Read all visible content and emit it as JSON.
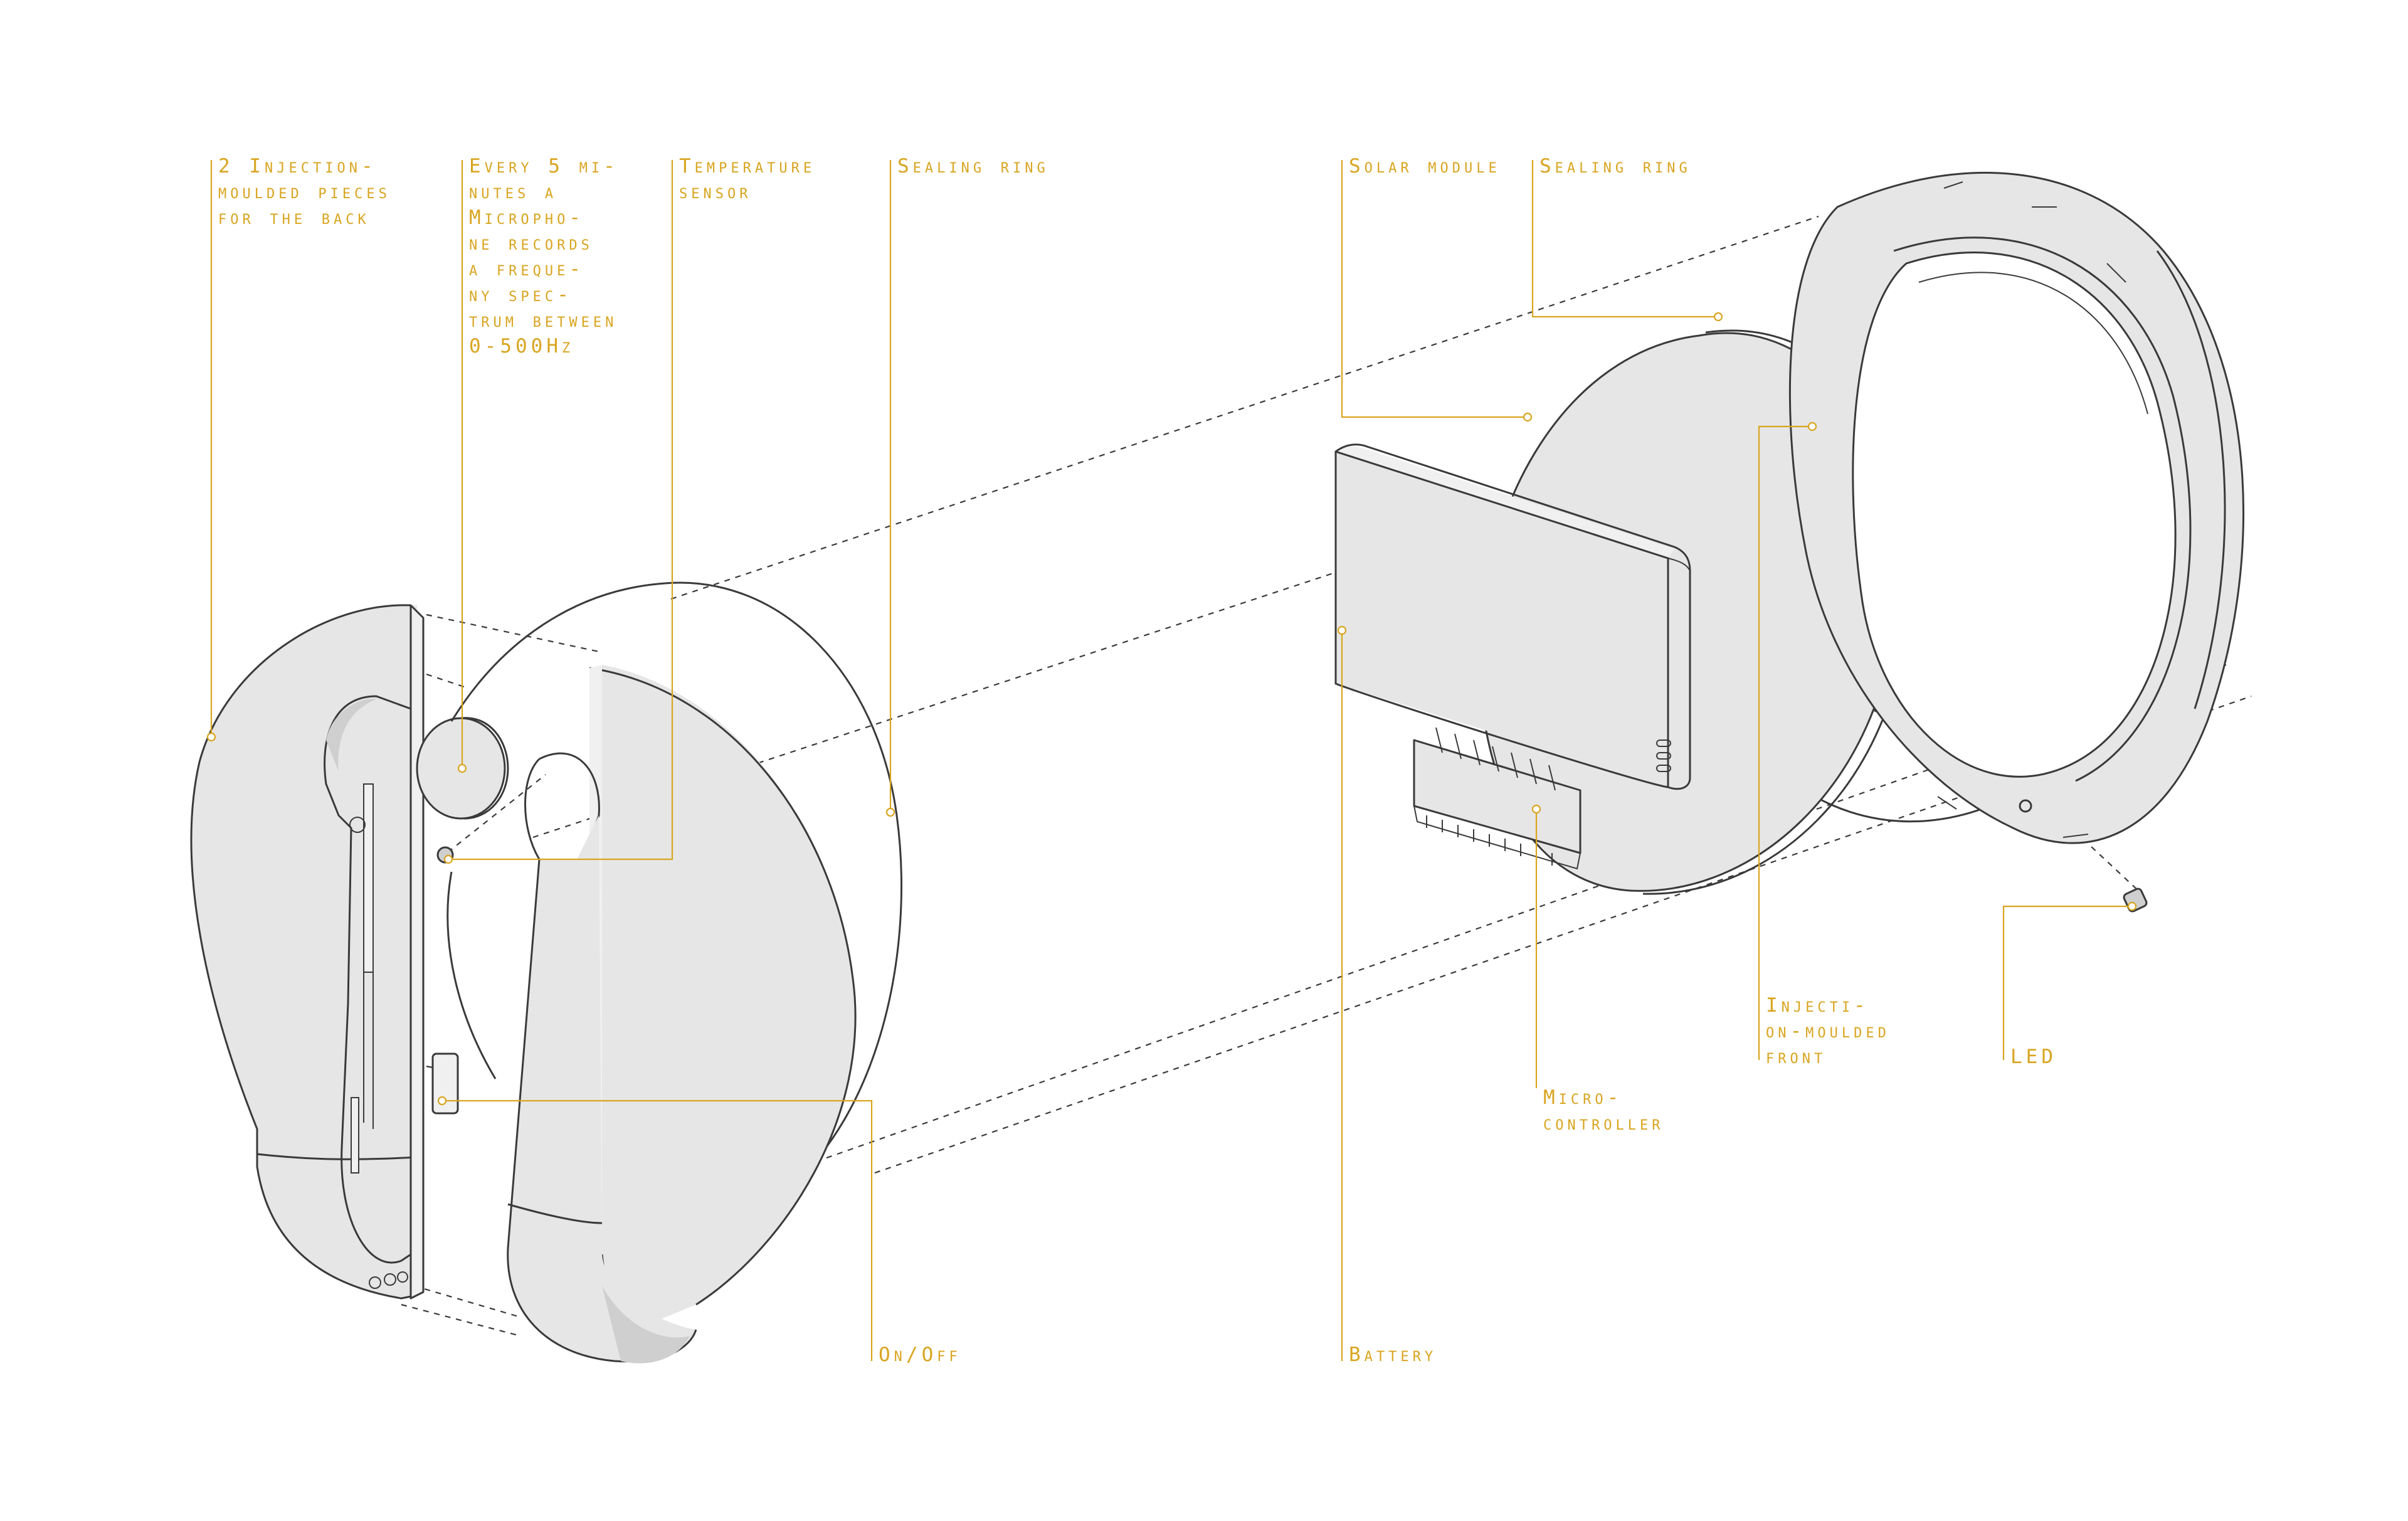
{
  "colors": {
    "accent": "#d9a520",
    "line": "#3a3a3a",
    "part_fill": "#e6e6e6",
    "background": "#ffffff"
  },
  "labels": [
    {
      "id": "back-pieces",
      "text": "2 Injection-\nmoulded pieces\nfor the back"
    },
    {
      "id": "microphone",
      "text": "Every 5 mi-\nnutes a\nMicropho-\nne records\na freque-\nny spec-\ntrum between\n0-500Hz"
    },
    {
      "id": "temperature-sensor",
      "text": "Temperature\nsensor"
    },
    {
      "id": "sealing-ring-back",
      "text": "Sealing ring"
    },
    {
      "id": "solar-module",
      "text": "Solar module"
    },
    {
      "id": "sealing-ring-front",
      "text": "Sealing ring"
    },
    {
      "id": "on-off",
      "text": "On/Off"
    },
    {
      "id": "battery",
      "text": "Battery"
    },
    {
      "id": "microcontroller",
      "text": "Micro-\ncontroller"
    },
    {
      "id": "front",
      "text": "Injecti-\non-moulded\nfront"
    },
    {
      "id": "led",
      "text": "LED"
    }
  ]
}
